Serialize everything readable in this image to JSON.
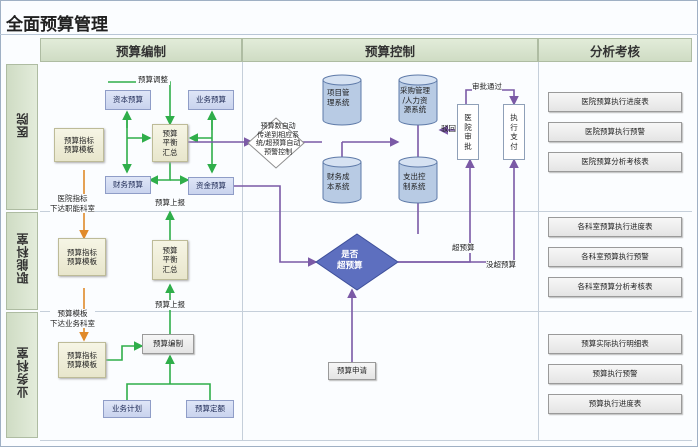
{
  "title": "全面预算管理",
  "columns": {
    "budget_prep": "预算编制",
    "budget_control": "预算控制",
    "analysis": "分析考核"
  },
  "lanes": {
    "hospital": "医院",
    "functional": "职能科室",
    "business": "业务科室"
  },
  "nodes": {
    "budget_adjust": "预算调整",
    "capital_budget": "资本预算",
    "business_budget": "业务预算",
    "hospital_indicator_template": "预算指标\n预算模板",
    "budget_balance_summary": "预算\n平衡\n汇总",
    "finance_budget": "财务预算",
    "fund_budget": "资金预算",
    "issued_to_functional": "医院指标\n下达职能科室",
    "budget_report_up": "预算上报",
    "functional_indicator_template": "预算指标\n预算模板",
    "functional_balance_summary": "预算\n平衡\n汇总",
    "template_to_business": "预算模板\n下达业务科室",
    "budget_report_up_2": "预算上报",
    "business_indicator_template": "预算指标\n预算模板",
    "budget_compile": "预算编制",
    "business_plan": "业务计划",
    "budget_quota": "预算定额",
    "auto_transfer": "预算数自动\n传递到相应系\n统/超预算自动\n预警控制",
    "project_mgmt_system": "项目管\n理系统",
    "finance_cost_system": "财务成\n本系统",
    "procurement_hr_system": "采购管理\n/人力资\n源系统",
    "expense_control_system": "支出控\n制系统",
    "return_label": "驳回",
    "approval_passed": "审批通过",
    "hospital_approval": "医\n院\n审\n批",
    "execute_payment": "执\n行\n支\n付",
    "over_budget_decision": "是否\n超预算",
    "over_budget": "超预算",
    "not_over_budget": "没超预算",
    "budget_application": "预算申请"
  },
  "reports": {
    "hospital": [
      "医院预算执行进度表",
      "医院预算执行预警",
      "医院预算分析考核表"
    ],
    "functional": [
      "各科室预算执行进度表",
      "各科室预算执行预警",
      "各科室预算分析考核表"
    ],
    "business": [
      "预算实际执行明细表",
      "预算执行预警",
      "预算执行进度表"
    ]
  },
  "colors": {
    "green_arrow": "#2fae4a",
    "purple_arrow": "#7b5aa6",
    "orange_arrow": "#e08a2a",
    "decision_fill": "#5d6fbf"
  }
}
